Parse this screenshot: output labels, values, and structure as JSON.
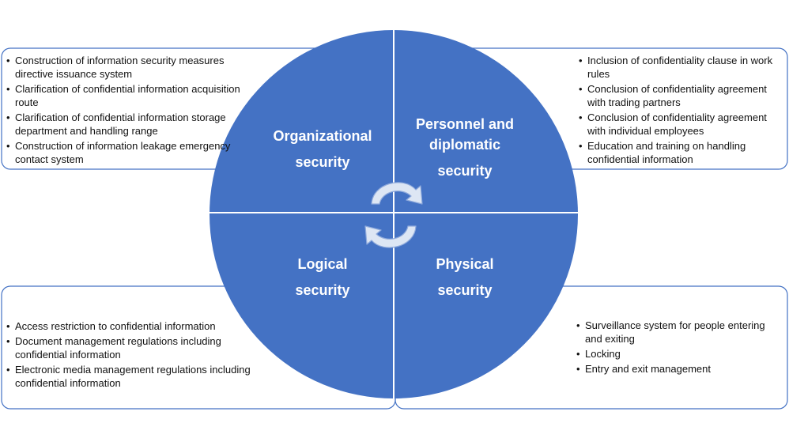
{
  "quadrants": {
    "organizational": {
      "label_lines": [
        "Organizational",
        "security"
      ],
      "items": [
        "Construction of information security measures directive issuance system",
        "Clarification of confidential information acquisition route",
        "Clarification of confidential information storage department and handling range",
        "Construction of information leakage emergency contact system"
      ]
    },
    "personnel": {
      "label_lines": [
        "Personnel and",
        "diplomatic",
        "security"
      ],
      "items": [
        "Inclusion of confidentiality clause in work rules",
        "Conclusion of confidentiality agreement with trading partners",
        "Conclusion of confidentiality agreement with individual employees",
        "Education and training on handling confidential information"
      ]
    },
    "logical": {
      "label_lines": [
        "Logical",
        "security"
      ],
      "items": [
        "Access restriction to confidential information",
        "Document management regulations including confidential information",
        "Electronic media management regulations including confidential information"
      ]
    },
    "physical": {
      "label_lines": [
        "Physical",
        "security"
      ],
      "items": [
        "Surveillance system for people entering and exiting",
        "Locking",
        "Entry and exit management"
      ]
    }
  },
  "icons": {
    "center": "cycle-arrows-icon"
  },
  "colors": {
    "circle_fill": "#4472c4",
    "divider": "#ffffff",
    "box_border": "#4472c4",
    "arrow_fill": "#dde6f4",
    "arrow_stroke": "#8faadc",
    "text": "#111111",
    "label_text": "#ffffff"
  }
}
